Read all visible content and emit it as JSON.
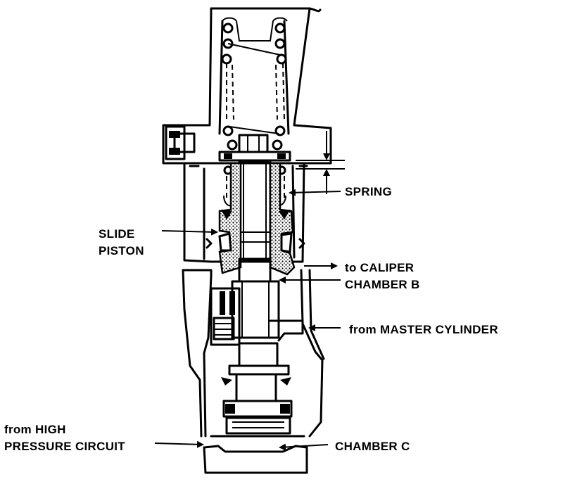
{
  "labels": {
    "spring": "SPRING",
    "slide_line1": "SLIDE",
    "slide_line2": "PISTON",
    "caliper_line1": "to CALIPER",
    "caliper_line2": "CHAMBER B",
    "master": "from MASTER CYLINDER",
    "high_line1": "from HIGH",
    "high_line2": "PRESSURE CIRCUIT",
    "chamber_c": "CHAMBER C"
  },
  "colors": {
    "ink": "#000000",
    "paper": "#ffffff"
  }
}
